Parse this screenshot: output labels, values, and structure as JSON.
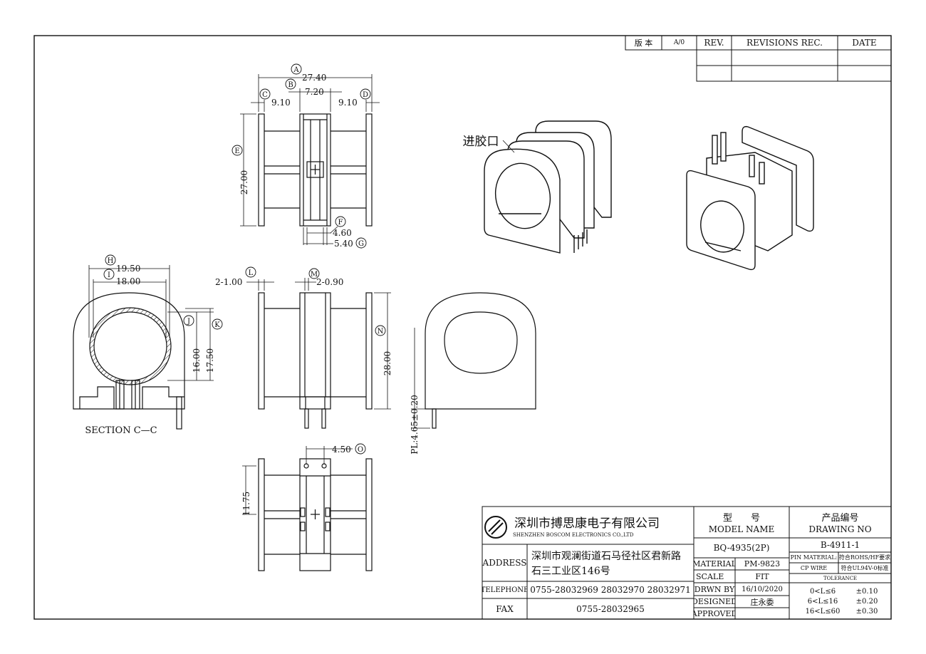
{
  "revision_table": {
    "version_label": "版 本",
    "version_value": "A/0",
    "rev_header": "REV.",
    "revisions_header": "REVISIONS REC.",
    "date_header": "DATE"
  },
  "dimensions": {
    "A": {
      "letter": "A",
      "value": "27.40"
    },
    "B": {
      "letter": "B",
      "value": "7.20"
    },
    "C": {
      "letter": "C",
      "value": "9.10"
    },
    "D": {
      "letter": "D",
      "value": "9.10"
    },
    "E": {
      "letter": "E",
      "value": "27.00"
    },
    "F": {
      "letter": "F",
      "value": "4.60"
    },
    "G": {
      "letter": "G",
      "value": "5.40"
    },
    "H": {
      "letter": "H",
      "value": "19.50"
    },
    "I": {
      "letter": "I",
      "value": "18.00"
    },
    "J": {
      "letter": "J",
      "value": "16.00"
    },
    "K": {
      "letter": "K",
      "value": "17.50"
    },
    "L": {
      "letter": "L",
      "value": "2-1.00"
    },
    "M": {
      "letter": "M",
      "value": "2-0.90"
    },
    "N": {
      "letter": "N",
      "value": "28.00"
    },
    "O": {
      "letter": "O",
      "value": "4.50"
    },
    "P": {
      "value": "11.75"
    },
    "PL": {
      "value": "PL:4.65±0.20"
    }
  },
  "labels": {
    "section": "SECTION C—C",
    "gate": "进胶口"
  },
  "title_block": {
    "company_cn": "深圳市搏思康电子有限公司",
    "company_en": "SHENZHEN BOSCOM ELECTRONICS CO.,LTD",
    "address_label": "ADDRESS",
    "address_line1": "深圳市观澜街道石马径社区君新路",
    "address_line2": "石三工业区146号",
    "telephone_label": "TELEPHONE",
    "telephone_value": "0755-28032969 28032970 28032971",
    "fax_label": "FAX",
    "fax_value": "0755-28032965",
    "model_cn": "型　　号",
    "model_en": "MODEL NAME",
    "model_value": "BQ-4935(2P)",
    "material_label": "MATERIAL",
    "material_value": "PM-9823",
    "scale_label": "SCALE",
    "scale_value": "FIT",
    "drawn_label": "DRWN BY",
    "drawn_value": "16/10/2020",
    "designed_label": "DESIGNED",
    "designed_value": "庄永委",
    "approved_label": "APPROVED",
    "drawing_no_cn": "产品编号",
    "drawing_no_en": "DRAWING NO",
    "drawing_no_value": "B-4911-1",
    "pin_material_label": "PIN MATERIAL:",
    "pin_material_value": "符合ROHS/HF要求",
    "cp_wire_label": "CP WIRE",
    "cp_wire_value": "符合UL94V-0标准",
    "tolerance_label": "TOLERANCE",
    "tolerances": [
      {
        "range": "0<L≤6",
        "value": "±0.10"
      },
      {
        "range": "6<L≤16",
        "value": "±0.20"
      },
      {
        "range": "16<L≤60",
        "value": "±0.30"
      }
    ]
  }
}
